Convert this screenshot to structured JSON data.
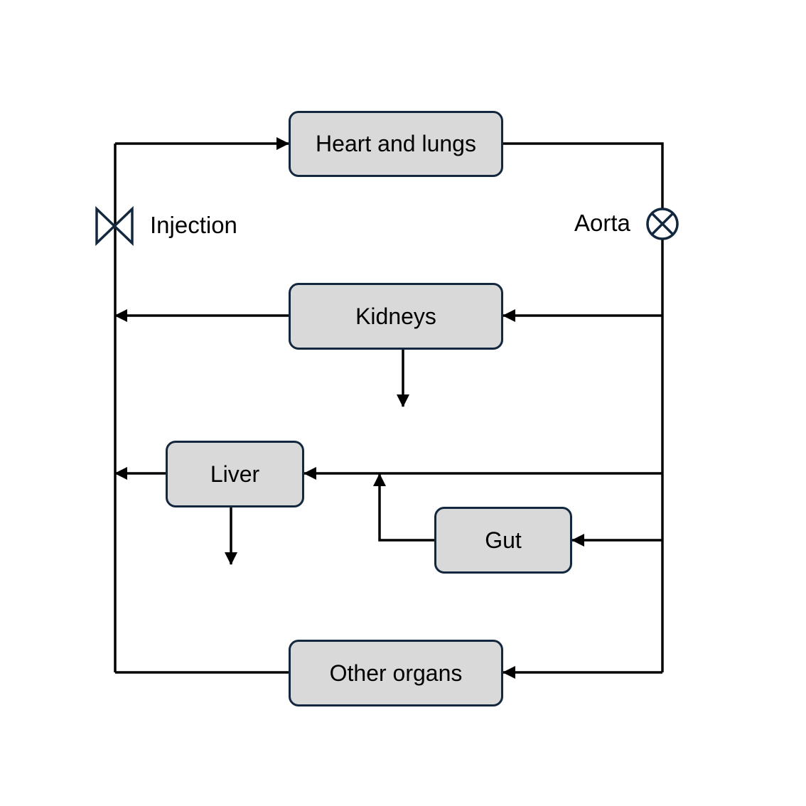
{
  "diagram": {
    "nodes": {
      "heart_lungs": "Heart and lungs",
      "kidneys": "Kidneys",
      "liver": "Liver",
      "gut": "Gut",
      "other_organs": "Other organs"
    },
    "labels": {
      "injection": "Injection",
      "aorta": "Aorta"
    },
    "symbols": {
      "injection": "bowtie-valve-icon",
      "aorta": "circle-cross-junction-icon"
    },
    "edges": [
      {
        "from": "injection",
        "to": "heart_lungs"
      },
      {
        "from": "heart_lungs",
        "to": "aorta"
      },
      {
        "from": "aorta",
        "to": "kidneys"
      },
      {
        "from": "aorta",
        "to": "liver"
      },
      {
        "from": "aorta",
        "to": "gut"
      },
      {
        "from": "aorta",
        "to": "other_organs"
      },
      {
        "from": "gut",
        "to": "liver"
      },
      {
        "from": "kidneys",
        "to": "injection"
      },
      {
        "from": "liver",
        "to": "injection"
      },
      {
        "from": "other_organs",
        "to": "injection"
      },
      {
        "from": "kidneys",
        "to": "elimination"
      },
      {
        "from": "liver",
        "to": "elimination"
      }
    ],
    "colors": {
      "node_fill": "#d9d9d9",
      "node_border": "#13283e",
      "line": "#000000",
      "symbol": "#13283e"
    }
  }
}
